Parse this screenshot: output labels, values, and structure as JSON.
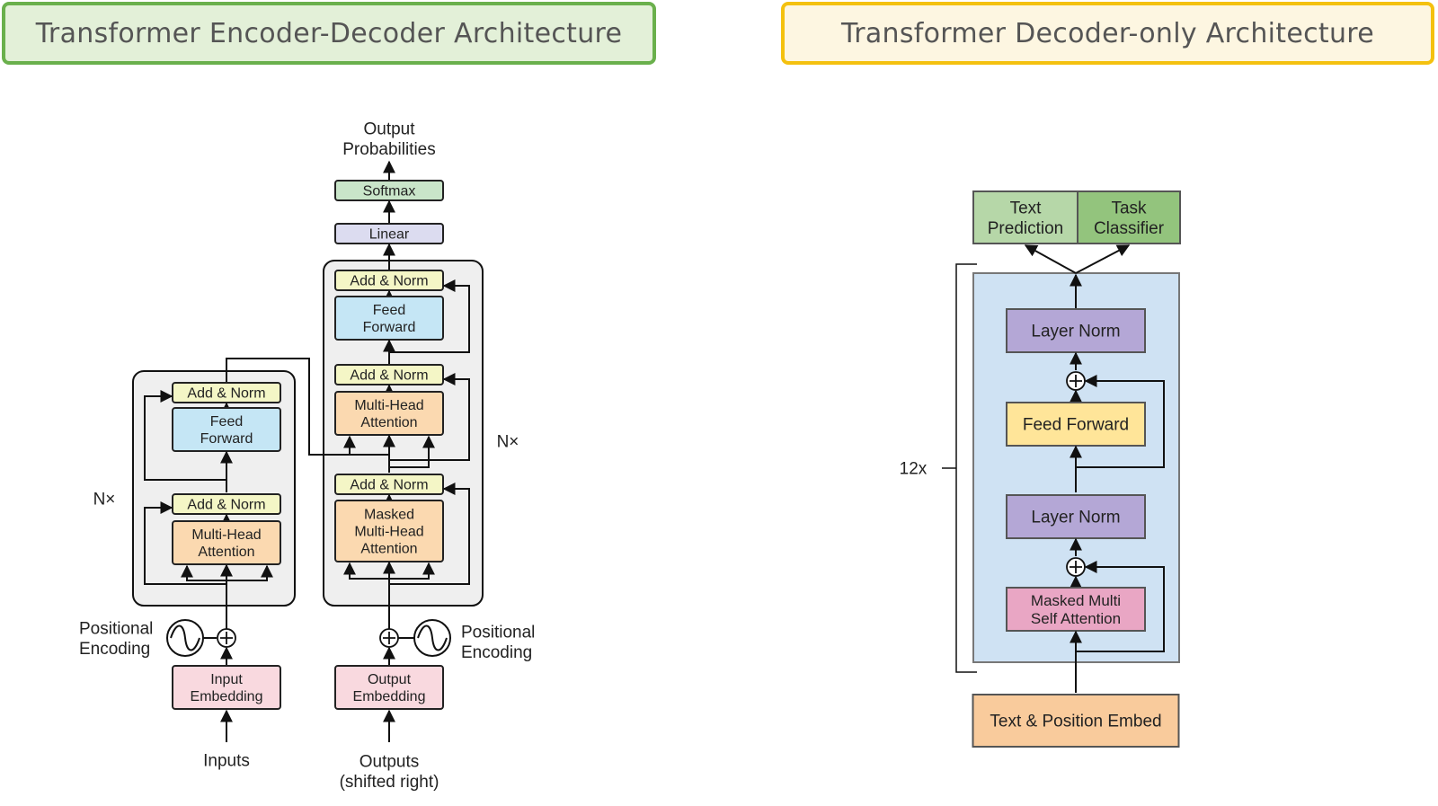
{
  "left": {
    "title": "Transformer Encoder-Decoder Architecture",
    "output_label": [
      "Output",
      "Probabilities"
    ],
    "softmax": "Softmax",
    "linear": "Linear",
    "add_norm": "Add & Norm",
    "feed_forward": [
      "Feed",
      "Forward"
    ],
    "multi_head": [
      "Multi-Head",
      "Attention"
    ],
    "masked_multi_head": [
      "Masked",
      "Multi-Head",
      "Attention"
    ],
    "repeat_label": "N×",
    "positional_encoding": [
      "Positional",
      "Encoding"
    ],
    "input_embedding": [
      "Input",
      "Embedding"
    ],
    "output_embedding": [
      "Output",
      "Embedding"
    ],
    "inputs": "Inputs",
    "outputs": [
      "Outputs",
      "(shifted right)"
    ]
  },
  "right": {
    "title": "Transformer Decoder-only Architecture",
    "text_prediction": [
      "Text",
      "Prediction"
    ],
    "task_classifier": [
      "Task",
      "Classifier"
    ],
    "layer_norm": "Layer Norm",
    "feed_forward": "Feed Forward",
    "masked_attention": [
      "Masked Multi",
      "Self Attention"
    ],
    "repeat_label": "12x",
    "embed": "Text & Position Embed"
  },
  "colors": {
    "softmax": "#c9e5c9",
    "linear": "#dcdcf0",
    "add_norm": "#f4f6c6",
    "feed_forward": "#c5e6f5",
    "attention": "#fbd9b0",
    "embedding": "#f9d9df",
    "block_bg": "#efefef",
    "dec_bg": "#cfe2f3",
    "layer_norm": "#b4a7d6",
    "ff_yellow": "#ffe599",
    "masked_pink": "#e9a6c4",
    "embed_orange": "#f9cb9c",
    "pred_green": "#b6d7a8",
    "classifier_green": "#93c47d"
  }
}
